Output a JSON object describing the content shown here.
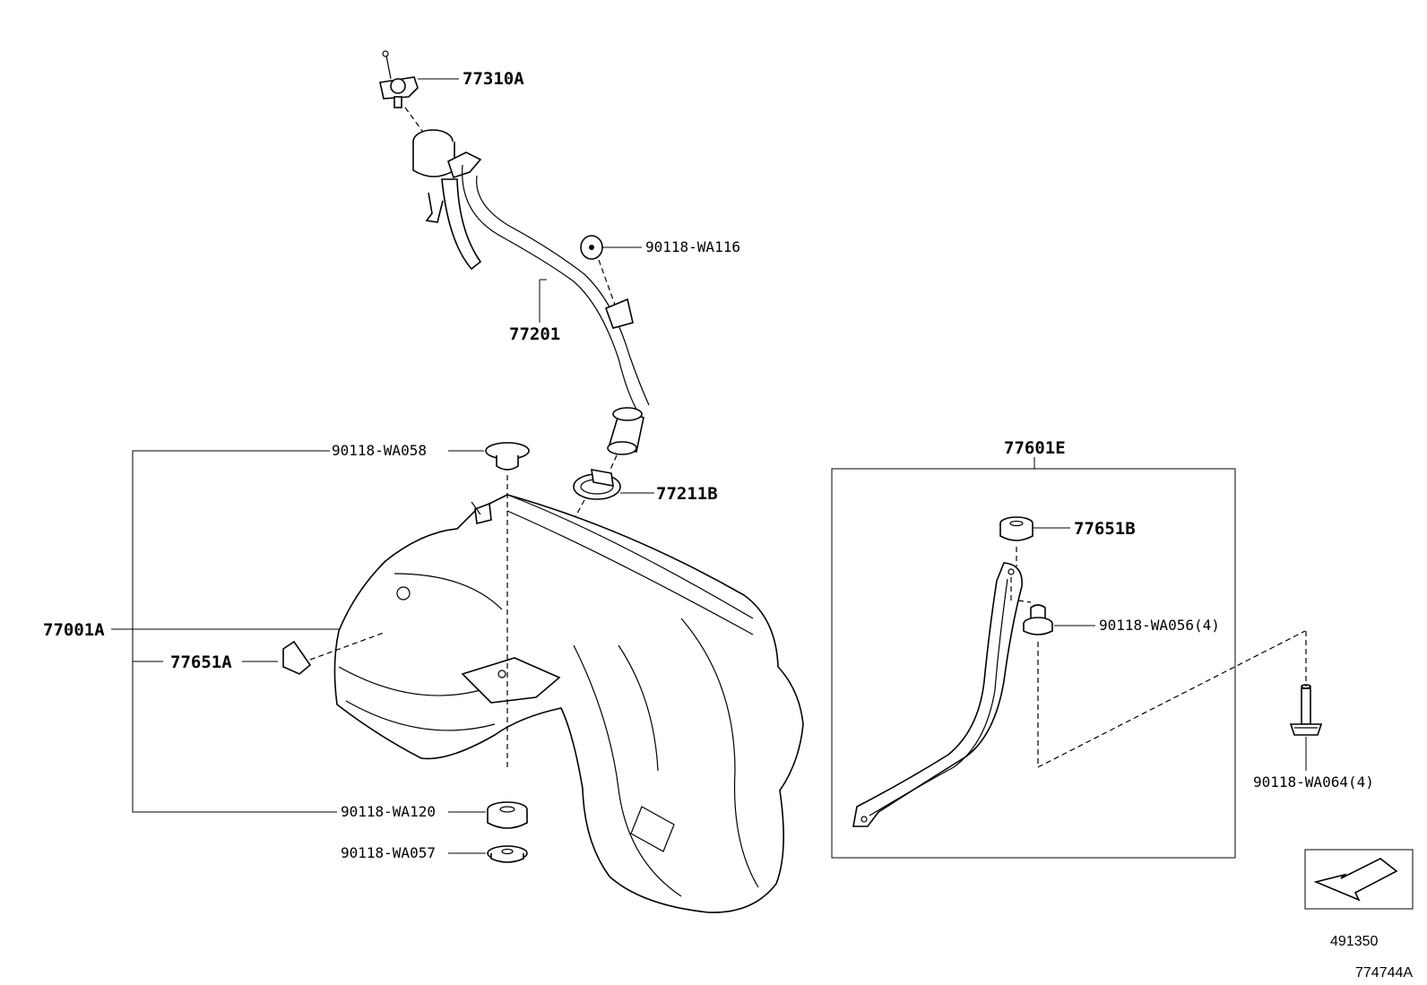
{
  "labels": {
    "cap": "77310A",
    "bolt_top": "90118-WA116",
    "filler_pipe": "77201",
    "plug_top": "90118-WA058",
    "clamp": "77211B",
    "tank": "77001A",
    "pad": "77651A",
    "cushion_lower": "90118-WA120",
    "nut_lower": "90118-WA057",
    "band_kit": "77601E",
    "band_cushion": "77651B",
    "band_nut": "90118-WA056(4)",
    "band_bolt": "90118-WA064(4)"
  },
  "corner": {
    "code": "491350",
    "ref": "774744A"
  }
}
